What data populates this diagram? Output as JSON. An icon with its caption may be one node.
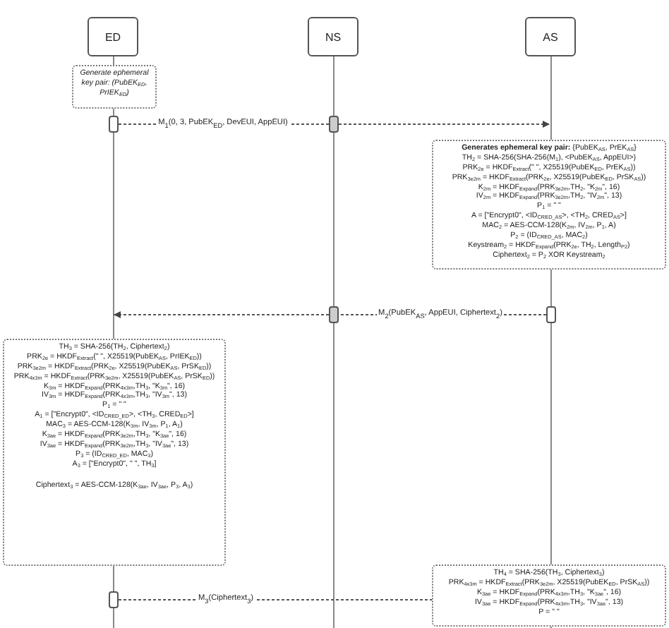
{
  "diagram": {
    "nodes": [
      {
        "text": [
          "ED"
        ]
      },
      {
        "text": [
          "NS"
        ]
      },
      {
        "text": [
          "AS"
        ]
      },
      {
        "text": [
          "Generate ephemeral key pair: (PubEK$_{ED}$, PrIEK$_{ED}$)"
        ]
      },
      {
        "text": [
          "**Generates ephemeral key pair:** {PubEK$_{AS}$, PrEK$_{AS}$}",
          "TH$_{2}$ = SHA-256(SHA-256(M$_{1}$), <PubEK$_{AS}$, AppEUI>)",
          "PRK$_{2e}$ = HKDF$_{Extract}$(\" \", X25519(PubEK$_{ED}$, PrEK$_{AS}$))",
          "PRK$_{3e2m}$ = HKDF$_{Extract}$(PRK$_{2e}$, X25519(PubEK$_{ED}$, PrSK$_{AS}$))",
          "K$_{2m}$ = HKDF$_{Expand}$(PRK$_{3e2m}$,TH$_{2}$, \"K$_{2m}$\", 16)",
          "IV$_{2m}$ = HKDF$_{Expand}$(PRK$_{3e2m}$,TH$_{2}$, \"IV$_{2m}$\", 13)",
          "P$_{1}$ = \" \"",
          "A = [\"Encrypt0\", <ID$_{CRED_AS}$>, <TH$_{2}$, CRED$_{AS}$>]",
          "MAC$_{2}$ = AES-CCM-128(K$_{2m}$, IV$_{2m}$, P$_{1}$, A)",
          "P$_{2}$ = (ID$_{CRED_AS}$, MAC$_{2}$)",
          "Keystream$_{2}$ = HKDF$_{Expand}$(PRK$_{2e}$, TH$_{2}$, Length$_{P2}$)",
          "Ciphertext$_{2}$ = P$_{2}$ XOR Keystream$_{2}$"
        ]
      },
      {
        "text": [
          "TH$_{3}$ = SHA-256(TH$_{2}$, Ciphertext$_{2}$)",
          "PRK$_{2e}$ = HKDF$_{Extract}$(\" \", X25519(PubEK$_{AS}$, PrIEK$_{ED}$))",
          "PRK$_{3e2m}$ = HKDF$_{Extract}$(PRK$_{2e}$, X25519(PubEK$_{AS}$, PrSK$_{ED}$))",
          "PRK$_{4x3m}$ = HKDF$_{Extract}$(PRK$_{3e2m}$, X25519(PubEK$_{AS}$, PrSK$_{ED}$))",
          "K$_{3m}$ = HKDF$_{Expand}$(PRK$_{4x3m}$,TH$_{3}$, \"K$_{3m}$\", 16)",
          "IV$_{3m}$ = HKDF$_{Expand}$(PRK$_{4x3m}$,TH$_{3}$, \"IV$_{3m}$\", 13)",
          "P$_{1}$ = \" \"",
          "A$_{1}$ = [\"Encrypt0\", <ID$_{CRED_ED}$>, <TH$_{3}$, CRED$_{ED}$>]",
          "MAC$_{3}$ = AES-CCM-128(K$_{3m}$, IV$_{3m}$, P$_{1}$, A$_{1}$)",
          "K$_{3ae}$ = HKDF$_{Expand}$(PRK$_{3e2m}$,TH$_{3}$, \"K$_{3ae}$\", 16)",
          "IV$_{3ae}$ = HKDF$_{Expand}$(PRK$_{3e2m}$,TH$_{3}$, \"IV$_{3ae}$\", 13)",
          "P$_{3}$ = (ID$_{CRED_ED}$, MAC$_{3}$)",
          "A$_{3}$ = [\"Encrypt0\", \" \", TH$_{3}$]",
          "Ciphertext$_{3}$ = AES-CCM-128(K$_{3ae}$, IV$_{3ae}$, P$_{3}$, A$_{3}$)"
        ]
      },
      {
        "text": [
          "TH$_{4}$ = SHA-256(TH$_{3}$, Ciphertext$_{3}$)",
          "PRK$_{4x3m}$ = HKDF$_{Extract}$(PRK$_{3e2m}$, X25519(PubEK$_{ED}$, PrSK$_{AS}$))",
          "K$_{3ae}$ = HKDF$_{Expand}$(PRK$_{4x3m}$,TH$_{3}$, \"K$_{3ae}$\", 16)",
          "IV$_{3ae}$ = HKDF$_{Expand}$(PRK$_{4x3m}$,TH$_{3}$, \"IV$_{3ae}$\", 13)",
          "P = \" \""
        ]
      },
      {
        "text": [],
        "shape": "bar"
      },
      {
        "text": [],
        "shape": "bar"
      },
      {
        "text": [],
        "shape": "bar"
      },
      {
        "text": [],
        "shape": "bar"
      },
      {
        "text": [],
        "shape": "bar"
      },
      {
        "text": [],
        "shape": "line"
      },
      {
        "text": [],
        "shape": "line"
      },
      {
        "text": [],
        "shape": "line"
      }
    ],
    "edges": [
      {
        "from": 7,
        "to": 8,
        "arrow": "none",
        "label": "M$_{1}$(0, 3, PubEK$_{ED}$, DevEUI, AppEUI)",
        "style": "dashed"
      },
      {
        "from": 8,
        "to": 14,
        "arrow": "to",
        "style": "dashed"
      },
      {
        "from": 9,
        "to": 10,
        "arrow": "none",
        "label": "M$_{2}$(PubEK$_{AS}$, AppEUI, Ciphertext$_{2}$)",
        "style": "dashed"
      },
      {
        "from": 10,
        "to": 12,
        "arrow": "to",
        "style": "dashed"
      },
      {
        "from": 11,
        "to": 6,
        "arrow": "none",
        "label": "M$_{3}$(Ciphertext$_{3}$)",
        "style": "dashed"
      }
    ]
  }
}
